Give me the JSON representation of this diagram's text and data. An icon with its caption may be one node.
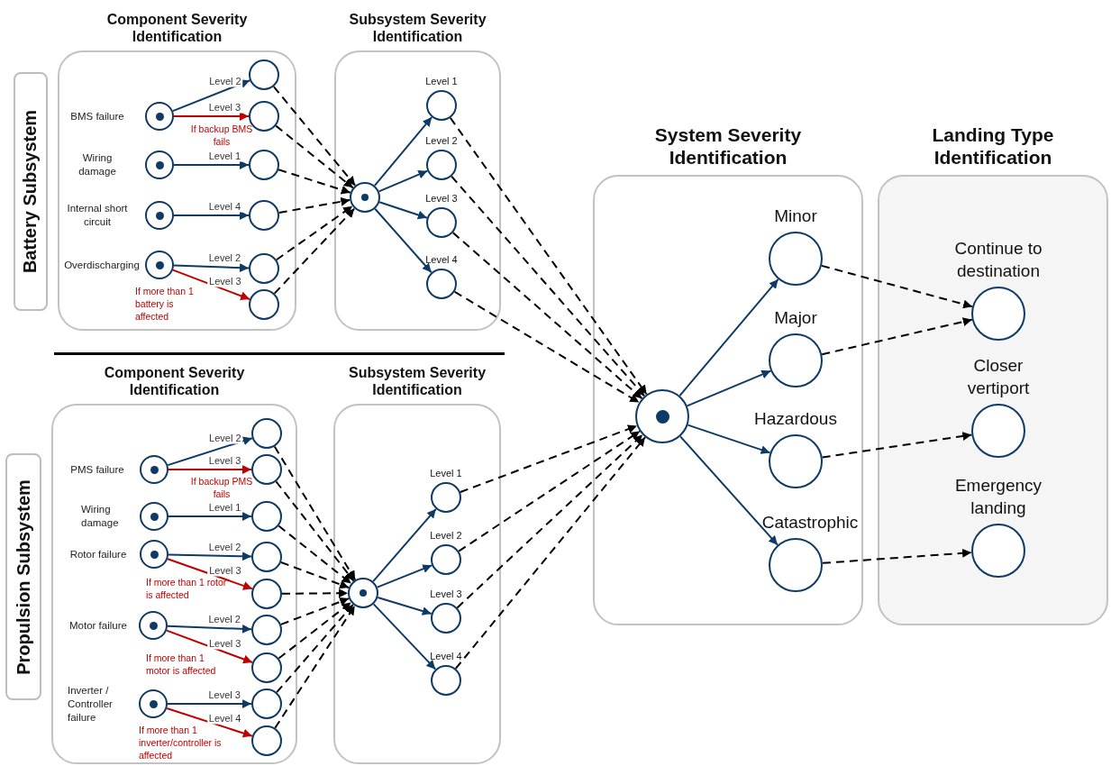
{
  "diagram": {
    "nodes": [
      {
        "text": [
          "Component Severity Identification"
        ]
      },
      {
        "text": [
          "Subsystem Severity Identification"
        ]
      },
      {
        "text": [
          "Battery Subsystem"
        ]
      },
      {
        "text": [],
        "shape": "circle",
        "in": 0,
        "beside": [
          "BMS failure"
        ]
      },
      {
        "text": [],
        "shape": "circle",
        "in": 0
      },
      {
        "text": [],
        "shape": "circle",
        "in": 0
      },
      {
        "text": [],
        "shape": "circle",
        "in": 0,
        "beside": [
          "Wiring damage"
        ]
      },
      {
        "text": [],
        "shape": "circle",
        "in": 0
      },
      {
        "text": [],
        "shape": "circle",
        "in": 0,
        "beside": [
          "Internal short circuit"
        ]
      },
      {
        "text": [],
        "shape": "circle",
        "in": 0
      },
      {
        "text": [],
        "shape": "circle",
        "in": 0,
        "beside": [
          "Overdischarging"
        ]
      },
      {
        "text": [],
        "shape": "circle",
        "in": 0
      },
      {
        "text": [],
        "shape": "circle",
        "in": 0
      },
      {
        "text": [],
        "shape": "circle",
        "in": 1
      },
      {
        "text": [
          "Level 1"
        ],
        "in": 1
      },
      {
        "text": [
          "Level 2"
        ],
        "in": 1
      },
      {
        "text": [
          "Level 3"
        ],
        "in": 1
      },
      {
        "text": [
          "Level 4"
        ],
        "in": 1
      },
      {
        "text": [
          "Component Severity Identification"
        ]
      },
      {
        "text": [
          "Subsystem Severity Identification"
        ]
      },
      {
        "text": [
          "Propulsion Subsystem"
        ]
      },
      {
        "text": [],
        "shape": "circle",
        "in": 18,
        "beside": [
          "PMS failure"
        ]
      },
      {
        "text": [],
        "shape": "circle",
        "in": 18
      },
      {
        "text": [],
        "shape": "circle",
        "in": 18
      },
      {
        "text": [],
        "shape": "circle",
        "in": 18,
        "beside": [
          "Wiring damage"
        ]
      },
      {
        "text": [],
        "shape": "circle",
        "in": 18
      },
      {
        "text": [],
        "shape": "circle",
        "in": 18,
        "beside": [
          "Rotor failure"
        ]
      },
      {
        "text": [],
        "shape": "circle",
        "in": 18
      },
      {
        "text": [],
        "shape": "circle",
        "in": 18
      },
      {
        "text": [],
        "shape": "circle",
        "in": 18,
        "beside": [
          "Motor failure"
        ]
      },
      {
        "text": [],
        "shape": "circle",
        "in": 18
      },
      {
        "text": [],
        "shape": "circle",
        "in": 18
      },
      {
        "text": [],
        "shape": "circle",
        "in": 18,
        "beside": [
          "Inverter / Controller failure"
        ]
      },
      {
        "text": [],
        "shape": "circle",
        "in": 18
      },
      {
        "text": [],
        "shape": "circle",
        "in": 18
      },
      {
        "text": [],
        "shape": "circle",
        "in": 19
      },
      {
        "text": [
          "Level 1"
        ],
        "in": 19
      },
      {
        "text": [
          "Level 2"
        ],
        "in": 19
      },
      {
        "text": [
          "Level 3"
        ],
        "in": 19
      },
      {
        "text": [
          "Level 4"
        ],
        "in": 19
      },
      {
        "text": [
          "System Severity Identification"
        ]
      },
      {
        "text": [
          "Landing Type Identification"
        ]
      },
      {
        "text": [],
        "shape": "circle",
        "in": 40
      },
      {
        "text": [
          "Minor"
        ],
        "in": 40
      },
      {
        "text": [
          "Major"
        ],
        "in": 40
      },
      {
        "text": [
          "Hazardous"
        ],
        "in": 40
      },
      {
        "text": [
          "Catastrophic"
        ],
        "in": 40
      },
      {
        "text": [
          "Continue to destination"
        ],
        "in": 41
      },
      {
        "text": [
          "Closer vertiport"
        ],
        "in": 41
      },
      {
        "text": [
          "Emergency landing"
        ],
        "in": 41
      }
    ],
    "edges": [
      {
        "from": 3,
        "to": 4,
        "arrow": "to",
        "label": "Level 2",
        "color": "#0e3a66"
      },
      {
        "from": 3,
        "to": 5,
        "arrow": "to",
        "label": "Level 3",
        "color": "#c00000"
      },
      {
        "from": 6,
        "to": 7,
        "arrow": "to",
        "label": "Level 1",
        "color": "#0e3a66"
      },
      {
        "from": 8,
        "to": 9,
        "arrow": "to",
        "label": "Level 4",
        "color": "#0e3a66"
      },
      {
        "from": 10,
        "to": 11,
        "arrow": "to",
        "label": "Level 2",
        "color": "#0e3a66"
      },
      {
        "from": 10,
        "to": 12,
        "arrow": "to",
        "label": "Level 3",
        "color": "#c00000"
      },
      {
        "from": 4,
        "to": 13,
        "arrow": "to",
        "style": "dashed"
      },
      {
        "from": 5,
        "to": 13,
        "arrow": "to",
        "style": "dashed"
      },
      {
        "from": 7,
        "to": 13,
        "arrow": "to",
        "style": "dashed"
      },
      {
        "from": 9,
        "to": 13,
        "arrow": "to",
        "style": "dashed"
      },
      {
        "from": 11,
        "to": 13,
        "arrow": "to",
        "style": "dashed"
      },
      {
        "from": 12,
        "to": 13,
        "arrow": "to",
        "style": "dashed"
      },
      {
        "from": 13,
        "to": 14,
        "arrow": "to",
        "color": "#0e3a66"
      },
      {
        "from": 13,
        "to": 15,
        "arrow": "to",
        "color": "#0e3a66"
      },
      {
        "from": 13,
        "to": 16,
        "arrow": "to",
        "color": "#0e3a66"
      },
      {
        "from": 13,
        "to": 17,
        "arrow": "to",
        "color": "#0e3a66"
      },
      {
        "from": 14,
        "to": 42,
        "arrow": "to",
        "style": "dashed"
      },
      {
        "from": 15,
        "to": 42,
        "arrow": "to",
        "style": "dashed"
      },
      {
        "from": 16,
        "to": 42,
        "arrow": "to",
        "style": "dashed"
      },
      {
        "from": 17,
        "to": 42,
        "arrow": "to",
        "style": "dashed"
      },
      {
        "from": 21,
        "to": 22,
        "arrow": "to",
        "label": "Level 2",
        "color": "#0e3a66"
      },
      {
        "from": 21,
        "to": 23,
        "arrow": "to",
        "label": "Level 3",
        "color": "#c00000"
      },
      {
        "from": 24,
        "to": 25,
        "arrow": "to",
        "label": "Level 1",
        "color": "#0e3a66"
      },
      {
        "from": 26,
        "to": 27,
        "arrow": "to",
        "label": "Level 2",
        "color": "#0e3a66"
      },
      {
        "from": 26,
        "to": 28,
        "arrow": "to",
        "label": "Level 3",
        "color": "#c00000"
      },
      {
        "from": 29,
        "to": 30,
        "arrow": "to",
        "label": "Level 2",
        "color": "#0e3a66"
      },
      {
        "from": 29,
        "to": 31,
        "arrow": "to",
        "label": "Level 3",
        "color": "#c00000"
      },
      {
        "from": 32,
        "to": 33,
        "arrow": "to",
        "label": "Level 3",
        "color": "#0e3a66"
      },
      {
        "from": 32,
        "to": 34,
        "arrow": "to",
        "label": "Level 4",
        "color": "#c00000"
      },
      {
        "from": 22,
        "to": 35,
        "arrow": "to",
        "style": "dashed"
      },
      {
        "from": 23,
        "to": 35,
        "arrow": "to",
        "style": "dashed"
      },
      {
        "from": 25,
        "to": 35,
        "arrow": "to",
        "style": "dashed"
      },
      {
        "from": 27,
        "to": 35,
        "arrow": "to",
        "style": "dashed"
      },
      {
        "from": 28,
        "to": 35,
        "arrow": "to",
        "style": "dashed"
      },
      {
        "from": 30,
        "to": 35,
        "arrow": "to",
        "style": "dashed"
      },
      {
        "from": 31,
        "to": 35,
        "arrow": "to",
        "style": "dashed"
      },
      {
        "from": 33,
        "to": 35,
        "arrow": "to",
        "style": "dashed"
      },
      {
        "from": 34,
        "to": 35,
        "arrow": "to",
        "style": "dashed"
      },
      {
        "from": 35,
        "to": 36,
        "arrow": "to",
        "color": "#0e3a66"
      },
      {
        "from": 35,
        "to": 37,
        "arrow": "to",
        "color": "#0e3a66"
      },
      {
        "from": 35,
        "to": 38,
        "arrow": "to",
        "color": "#0e3a66"
      },
      {
        "from": 35,
        "to": 39,
        "arrow": "to",
        "color": "#0e3a66"
      },
      {
        "from": 36,
        "to": 42,
        "arrow": "to",
        "style": "dashed"
      },
      {
        "from": 37,
        "to": 42,
        "arrow": "to",
        "style": "dashed"
      },
      {
        "from": 38,
        "to": 42,
        "arrow": "to",
        "style": "dashed"
      },
      {
        "from": 39,
        "to": 42,
        "arrow": "to",
        "style": "dashed"
      },
      {
        "from": 42,
        "to": 43,
        "arrow": "to",
        "color": "#0e3a66"
      },
      {
        "from": 42,
        "to": 44,
        "arrow": "to",
        "color": "#0e3a66"
      },
      {
        "from": 42,
        "to": 45,
        "arrow": "to",
        "color": "#0e3a66"
      },
      {
        "from": 42,
        "to": 46,
        "arrow": "to",
        "color": "#0e3a66"
      },
      {
        "from": 43,
        "to": 47,
        "arrow": "to",
        "style": "dashed"
      },
      {
        "from": 44,
        "to": 47,
        "arrow": "to",
        "style": "dashed"
      },
      {
        "from": 45,
        "to": 48,
        "arrow": "to",
        "style": "dashed"
      },
      {
        "from": 46,
        "to": 49,
        "arrow": "to",
        "style": "dashed"
      }
    ],
    "labels": [
      "If backup BMS fails",
      "If more than 1 battery is affected",
      "If backup PMS fails",
      "If more than 1 rotor is affected",
      "If more than 1 motor is affected",
      "If more than 1 inverter/controller is affected"
    ]
  }
}
